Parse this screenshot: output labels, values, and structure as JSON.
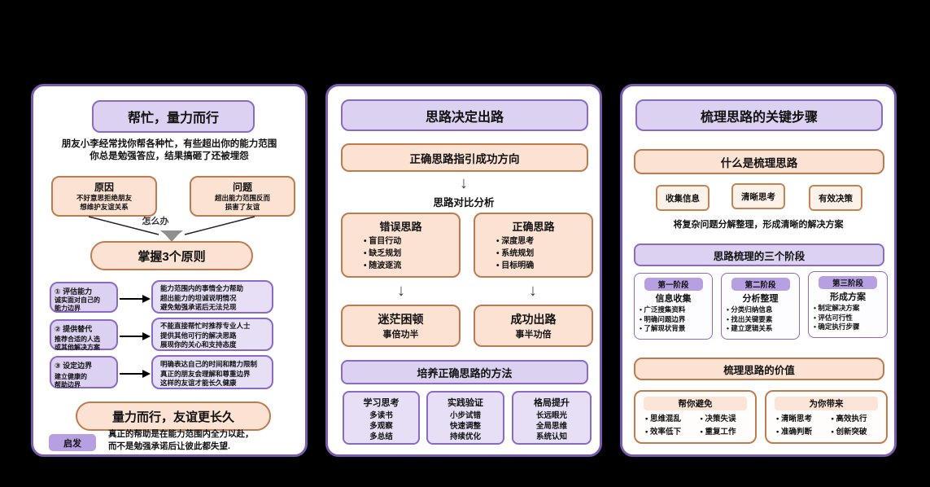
{
  "colors": {
    "background": "#000000",
    "panel_border": "#7b5bad",
    "purple_fill": "#ddd1f2",
    "purple_border": "#8a6ac5",
    "orange_fill": "#fbe2d2",
    "orange_border": "#bf7b4e",
    "badge_purple": "#b7a0e2",
    "value_header_fill": "#fce4d6"
  },
  "panel1": {
    "title": "帮忙，量力而行",
    "intro_line1": "朋友小李经常找你帮各种忙，有些超出你的能力范围",
    "intro_line2": "你总是勉强答应，结果搞砸了还被埋怨",
    "cause": {
      "title": "原因",
      "line1": "不好意思拒绝朋友",
      "line2": "想维护友谊关系"
    },
    "problem": {
      "title": "问题",
      "line1": "超出能力范围反而",
      "line2": "损害了友谊"
    },
    "how_label": "怎么办",
    "principles_title": "掌握3个原则",
    "principles": [
      {
        "num": "① 评估能力",
        "desc1": "诚实面对自己的",
        "desc2": "能力边界",
        "details": [
          "能力范围内的事情全力帮助",
          "超出能力的坦诚说明情况",
          "避免勉强承诺后无法兑现"
        ]
      },
      {
        "num": "② 提供替代",
        "desc1": "推荐合适的人选",
        "desc2": "或其他解决方案",
        "details": [
          "不能直接帮忙时推荐专业人士",
          "提供其他可行的解决思路",
          "展现你的关心和支持态度"
        ]
      },
      {
        "num": "③ 设定边界",
        "desc1": "建立健康的",
        "desc2": "帮助边界",
        "details": [
          "明确表达自己的时间和精力限制",
          "真正的朋友会理解和尊重边界",
          "这样的友谊才能长久健康"
        ]
      }
    ],
    "conclusion": "量力而行，友谊更长久",
    "insight_label": "启发",
    "insight_line1": "真正的帮助是在能力范围内全力以赴，",
    "insight_line2": "而不是勉强承诺后让彼此都失望."
  },
  "panel2": {
    "title": "思路决定出路",
    "banner": "正确思路指引成功方向",
    "compare_label": "思路对比分析",
    "wrong": {
      "title": "错误思路",
      "items": [
        "盲目行动",
        "缺乏规划",
        "随波逐流"
      ]
    },
    "right": {
      "title": "正确思路",
      "items": [
        "深度思考",
        "系统规划",
        "目标明确"
      ]
    },
    "wrong_result": {
      "title": "迷茫困顿",
      "sub": "事倍功半"
    },
    "right_result": {
      "title": "成功出路",
      "sub": "事半功倍"
    },
    "down_arrow": "↓",
    "methods_title": "培养正确思路的方法",
    "methods": [
      {
        "title": "学习思考",
        "items": [
          "多读书",
          "多观察",
          "多总结"
        ]
      },
      {
        "title": "实践验证",
        "items": [
          "小步试错",
          "快速调整",
          "持续优化"
        ]
      },
      {
        "title": "格局提升",
        "items": [
          "长远眼光",
          "全局思维",
          "系统认知"
        ]
      }
    ]
  },
  "panel3": {
    "title": "梳理思路的关键步骤",
    "what_title": "什么是梳理思路",
    "what_items": [
      "收集信息",
      "清晰思考",
      "有效决策"
    ],
    "what_desc": "将复杂问题分解整理，形成清晰的解决方案",
    "stages_title": "思路梳理的三个阶段",
    "stages": [
      {
        "badge": "第一阶段",
        "title": "信息收集",
        "items": [
          "广泛搜集资料",
          "明确问题边界",
          "了解现状背景"
        ]
      },
      {
        "badge": "第二阶段",
        "title": "分析整理",
        "items": [
          "分类归纳信息",
          "找出关键要素",
          "建立逻辑关系"
        ]
      },
      {
        "badge": "第三阶段",
        "title": "形成方案",
        "items": [
          "制定解决方案",
          "评估可行性",
          "确定执行步骤"
        ]
      }
    ],
    "value_title": "梳理思路的价值",
    "values": [
      {
        "header": "帮你避免",
        "items": [
          "思维混乱",
          "决策失误",
          "效率低下",
          "重复工作"
        ]
      },
      {
        "header": "为你带来",
        "items": [
          "清晰思考",
          "高效执行",
          "准确判断",
          "创新突破"
        ]
      }
    ]
  }
}
